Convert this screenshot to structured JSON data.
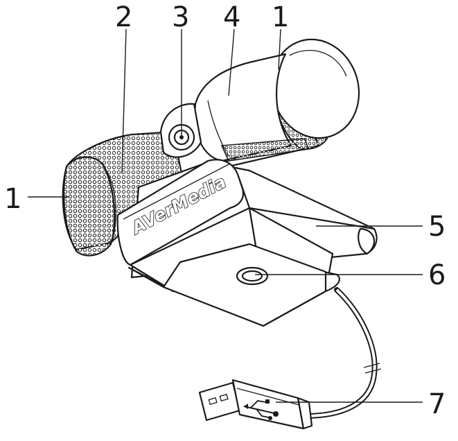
{
  "brand": {
    "logo_text": "AVerMedia"
  },
  "callouts": [
    {
      "id": "mic-left",
      "label": "1"
    },
    {
      "id": "indicator",
      "label": "2"
    },
    {
      "id": "lens",
      "label": "3"
    },
    {
      "id": "head",
      "label": "4"
    },
    {
      "id": "mic-right",
      "label": "1"
    },
    {
      "id": "clip",
      "label": "5"
    },
    {
      "id": "tripod-hole",
      "label": "6"
    },
    {
      "id": "usb",
      "label": "7"
    }
  ],
  "colors": {
    "line": "#1a1a1a",
    "fill": "#ffffff"
  }
}
